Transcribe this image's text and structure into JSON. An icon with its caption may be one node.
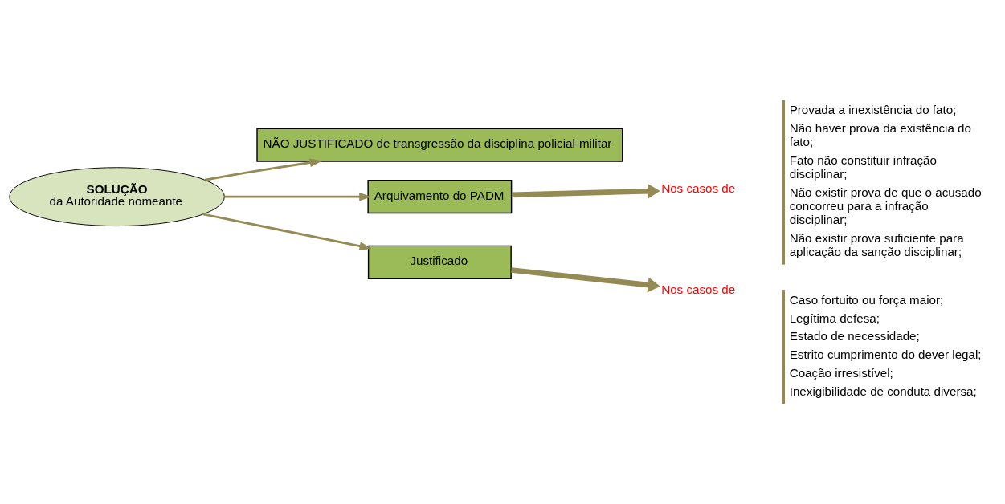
{
  "diagram": {
    "nodes": [
      {
        "text": [
          "SOLUÇÃO",
          "da Autoridade nomeante"
        ]
      },
      {
        "text": [
          "NÃO JUSTIFICADO de transgressão da disciplina policial-militar"
        ]
      },
      {
        "text": [
          "Arquivamento do PADM"
        ]
      },
      {
        "text": [
          "Nos casos de"
        ]
      },
      {
        "text": [
          "Provada a inexistência do fato;",
          "Não haver prova da existência do fato;",
          "Fato não constituir infração disciplinar;",
          "Não existir prova de que o acusado concorreu para a infração disciplinar;",
          "Não existir prova suficiente para aplicação da sanção disciplinar;"
        ]
      },
      {
        "text": [
          "Justificado"
        ]
      },
      {
        "text": [
          "Nos casos de"
        ]
      },
      {
        "text": [
          "Caso fortuito ou força maior;",
          "Legítima defesa;",
          "Estado de necessidade;",
          "Estrito cumprimento do dever legal;",
          "Coação irresistível;",
          "Inexigibilidade de conduta diversa;"
        ]
      }
    ],
    "edges": [
      {
        "from": 0,
        "to": 1,
        "arrow": "to"
      },
      {
        "from": 0,
        "to": 2,
        "arrow": "to"
      },
      {
        "from": 0,
        "to": 5,
        "arrow": "to"
      },
      {
        "from": 2,
        "to": 3,
        "arrow": "to",
        "style": "thick"
      },
      {
        "from": 5,
        "to": 6,
        "arrow": "to",
        "style": "thick"
      }
    ]
  }
}
